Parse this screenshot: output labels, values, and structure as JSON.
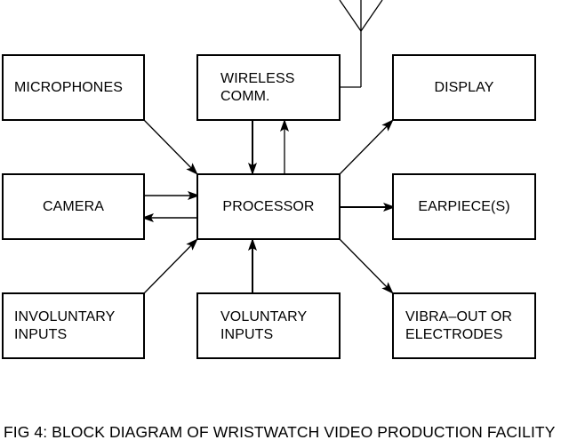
{
  "diagram": {
    "blocks": {
      "microphones": "MICROPHONES",
      "wireless": "WIRELESS\nCOMM.",
      "display": "DISPLAY",
      "camera": "CAMERA",
      "processor": "PROCESSOR",
      "earpiece": "EARPIECE(S)",
      "involuntary": "INVOLUNTARY\nINPUTS",
      "voluntary": "VOLUNTARY\nINPUTS",
      "vibra": "VIBRA–OUT OR\nELECTRODES"
    },
    "connections": [
      {
        "from": "microphones",
        "to": "processor"
      },
      {
        "from": "wireless",
        "to": "processor"
      },
      {
        "from": "processor",
        "to": "wireless"
      },
      {
        "from": "camera",
        "to": "processor"
      },
      {
        "from": "processor",
        "to": "camera"
      },
      {
        "from": "involuntary",
        "to": "processor"
      },
      {
        "from": "voluntary",
        "to": "processor"
      },
      {
        "from": "processor",
        "to": "display"
      },
      {
        "from": "processor",
        "to": "earpiece"
      },
      {
        "from": "processor",
        "to": "vibra"
      },
      {
        "from": "wireless",
        "to": "antenna"
      }
    ],
    "antenna_icon": "antenna-icon",
    "caption": "FIG 4: BLOCK DIAGRAM OF WRISTWATCH VIDEO PRODUCTION FACILITY"
  }
}
